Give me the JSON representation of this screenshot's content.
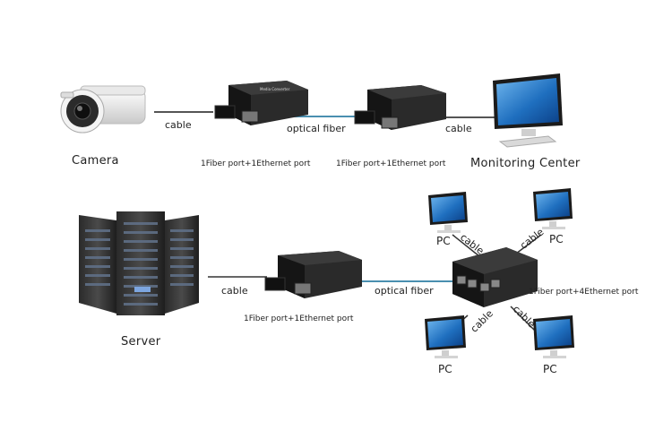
{
  "top_row": {
    "camera_label": "Camera",
    "cable_left": "cable",
    "optical_label": "optical fiber",
    "cable_right": "cable",
    "converter1_caption": "1Fiber port+1Ethernet port",
    "converter2_caption": "1Fiber port+1Ethernet port",
    "monitor_label": "Monitoring Center"
  },
  "bottom_row": {
    "server_label": "Server",
    "cable_label": "cable",
    "optical_label": "optical fiber",
    "converter_caption": "1Fiber port+1Ethernet port",
    "switch_caption": "1Fiber port+4Ethernet port",
    "pcs": [
      {
        "label": "PC",
        "cable": "cable"
      },
      {
        "label": "PC",
        "cable": "cable"
      },
      {
        "label": "PC",
        "cable": "cable"
      },
      {
        "label": "PC",
        "cable": "cable"
      }
    ]
  },
  "colors": {
    "device_body": "#1c1c1c",
    "fiber_line": "#4a8fb0",
    "cable_line": "#444444",
    "screen_blue": "#1f6fbf"
  }
}
